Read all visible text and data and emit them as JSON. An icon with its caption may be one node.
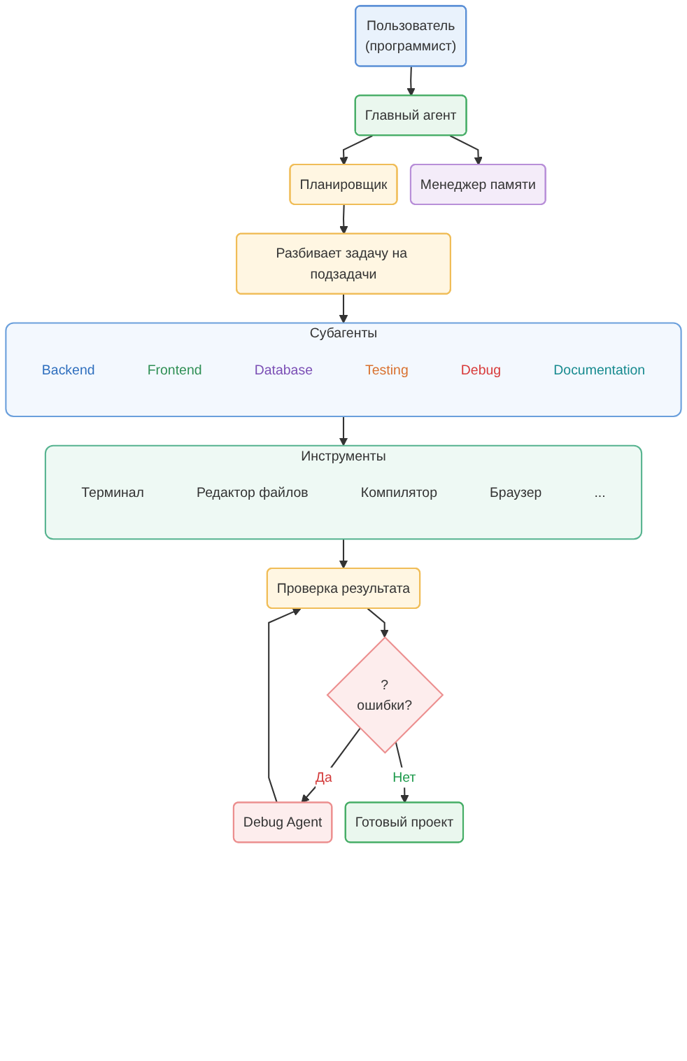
{
  "diagram": {
    "nodes": [
      {
        "text": [
          "Пользователь",
          "(программист)"
        ]
      },
      {
        "text": [
          "Главный агент"
        ]
      },
      {
        "text": [
          "Планировщик"
        ]
      },
      {
        "text": [
          "Менеджер памяти"
        ]
      },
      {
        "text": [
          "Разбивает задачу на подзадачи"
        ]
      },
      {
        "text": [
          "Субагенты"
        ]
      },
      {
        "text": [
          "Backend"
        ],
        "in": 5
      },
      {
        "text": [
          "Frontend"
        ],
        "in": 5
      },
      {
        "text": [
          "Database"
        ],
        "in": 5
      },
      {
        "text": [
          "Testing"
        ],
        "in": 5
      },
      {
        "text": [
          "Debug"
        ],
        "in": 5
      },
      {
        "text": [
          "Documentation"
        ],
        "in": 5
      },
      {
        "text": [
          "Инструменты"
        ]
      },
      {
        "text": [
          "Терминал"
        ],
        "in": 12
      },
      {
        "text": [
          "Редактор файлов"
        ],
        "in": 12
      },
      {
        "text": [
          "Компилятор"
        ],
        "in": 12
      },
      {
        "text": [
          "Браузер"
        ],
        "in": 12
      },
      {
        "text": [
          "..."
        ],
        "in": 12
      },
      {
        "text": [
          "Проверка результата"
        ]
      },
      {
        "text": [
          "?",
          "ошибки?"
        ]
      },
      {
        "text": [
          "Debug Agent"
        ]
      },
      {
        "text": [
          "Готовый проект"
        ]
      }
    ],
    "edges": [
      {
        "from": 0,
        "to": 1,
        "arrow": "to"
      },
      {
        "from": 1,
        "to": 2,
        "arrow": "to"
      },
      {
        "from": 1,
        "to": 3,
        "arrow": "to"
      },
      {
        "from": 2,
        "to": 4,
        "arrow": "to"
      },
      {
        "from": 4,
        "to": 5,
        "arrow": "to"
      },
      {
        "from": 5,
        "to": 12,
        "arrow": "to"
      },
      {
        "from": 12,
        "to": 18,
        "arrow": "to"
      },
      {
        "from": 18,
        "to": 19,
        "arrow": "to"
      },
      {
        "from": 19,
        "to": 20,
        "arrow": "to",
        "label": "Да"
      },
      {
        "from": 19,
        "to": 21,
        "arrow": "to",
        "label": "Нет"
      },
      {
        "from": 20,
        "to": 18,
        "arrow": "to"
      }
    ]
  }
}
